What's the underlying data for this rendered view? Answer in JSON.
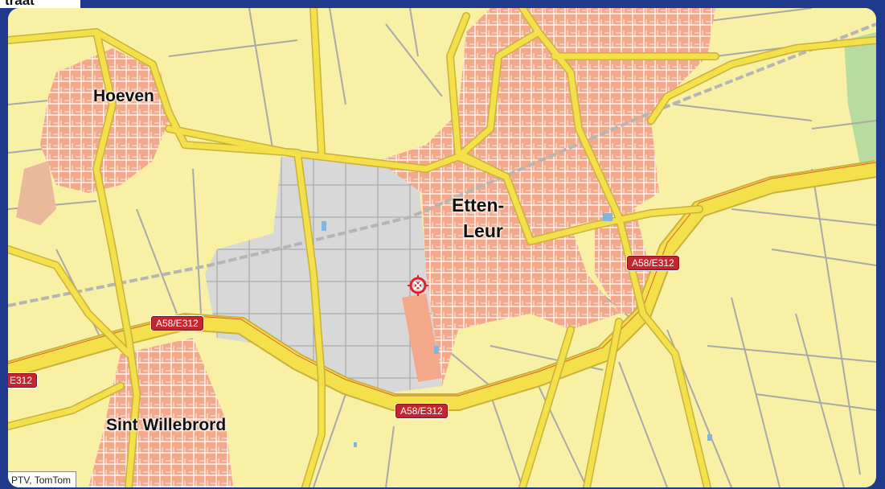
{
  "map": {
    "places": {
      "top_clip": "traat",
      "hoeven": "Hoeven",
      "etten_leur_1": "Etten-",
      "etten_leur_2": "Leur",
      "sint_willebrord": "Sint Willebrord"
    },
    "road_shields": {
      "a58_1": "A58/E312",
      "a58_2": "A58/E312",
      "a58_3": "A58/E312",
      "a58_left_partial": "E312"
    },
    "copyright": "PTV, TomTom",
    "colors": {
      "land": "#f8f0a4",
      "urban": "#f4a88a",
      "industrial": "#d8d8d8",
      "major_road": "#f3e04a",
      "road_edge": "#c8b23a",
      "minor_road": "#a9a9a9",
      "frame": "#1f3a8c",
      "marker": "#e0202a"
    }
  }
}
